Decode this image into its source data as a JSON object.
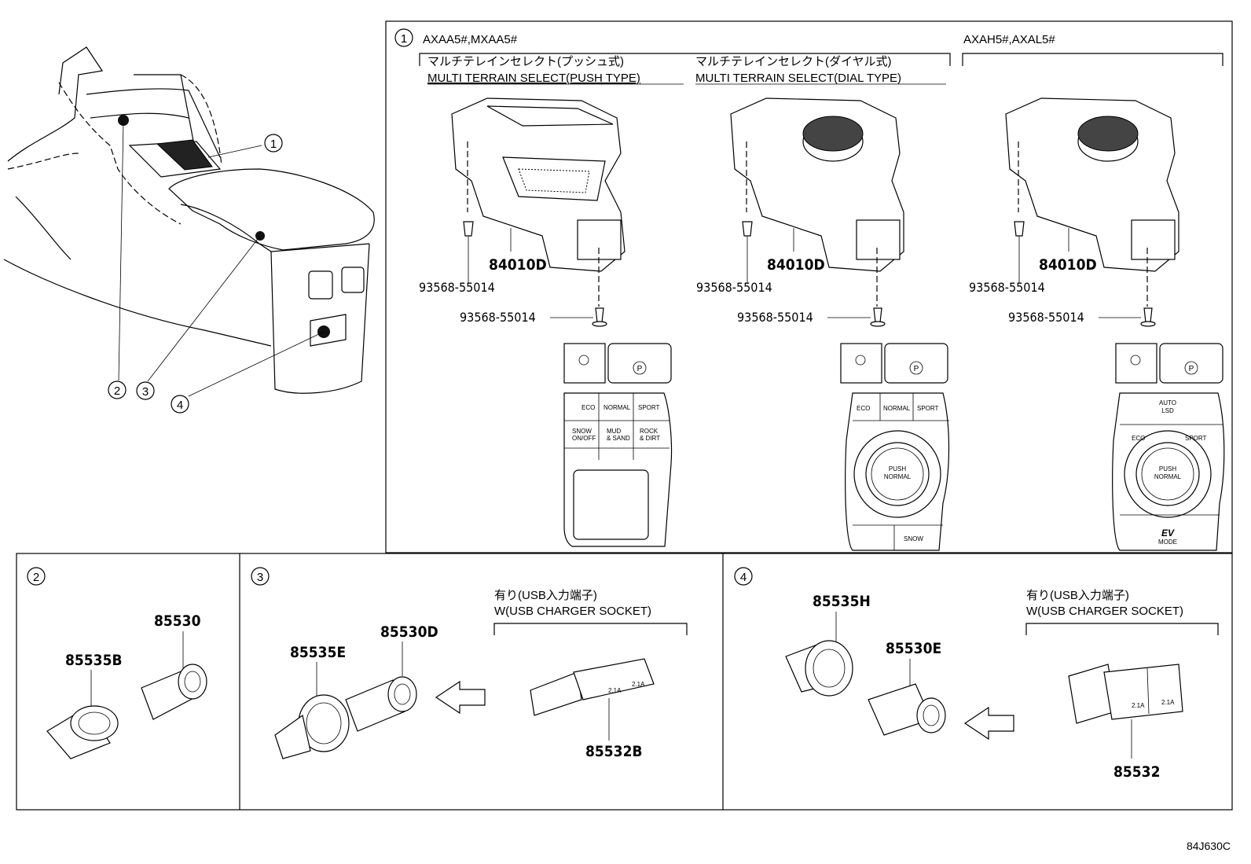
{
  "diagram_id": "84J630C",
  "callouts": {
    "c1": "1",
    "c2": "2",
    "c3": "3",
    "c4": "4"
  },
  "panel1": {
    "number": "1",
    "models_left": "AXAA5#,MXAA5#",
    "models_right": "AXAH5#,AXAL5#",
    "push_jp": "マルチテレインセレクト(プッシュ式)",
    "push_en": "MULTI TERRAIN SELECT(PUSH TYPE)",
    "dial_jp": "マルチテレインセレクト(ダイヤル式)",
    "dial_en": "MULTI TERRAIN SELECT(DIAL TYPE)",
    "switch_part": "84010D",
    "screw_part": "93568-55014",
    "push_buttons": {
      "eco": "ECO",
      "normal": "NORMAL",
      "sport": "SPORT",
      "snow": "SNOW",
      "snow_sub": "ON/OFF",
      "mud": "MUD",
      "mud_sub": "& SAND",
      "rock": "ROCK",
      "rock_sub": "& DIRT",
      "p": "P"
    },
    "dial_buttons": {
      "eco": "ECO",
      "normal": "NORMAL",
      "sport": "SPORT",
      "push": "PUSH",
      "push_sub": "NORMAL",
      "snow": "SNOW"
    },
    "hybrid_buttons": {
      "auto": "AUTO",
      "lsd": "LSD",
      "eco": "ECO",
      "sport": "SPORT",
      "push": "PUSH",
      "push_sub": "NORMAL",
      "ev": "EV",
      "ev_sub": "MODE"
    }
  },
  "panel2": {
    "number": "2",
    "part_a": "85530",
    "part_b": "85535B"
  },
  "panel3": {
    "number": "3",
    "part_a": "85535E",
    "part_b": "85530D",
    "usb_jp": "有り(USB入力端子)",
    "usb_en": "W(USB CHARGER SOCKET)",
    "usb_part": "85532B",
    "usb_label": "2.1A"
  },
  "panel4": {
    "number": "4",
    "part_a": "85535H",
    "part_b": "85530E",
    "usb_jp": "有り(USB入力端子)",
    "usb_en": "W(USB CHARGER SOCKET)",
    "usb_part": "85532",
    "usb_label": "2.1A"
  }
}
